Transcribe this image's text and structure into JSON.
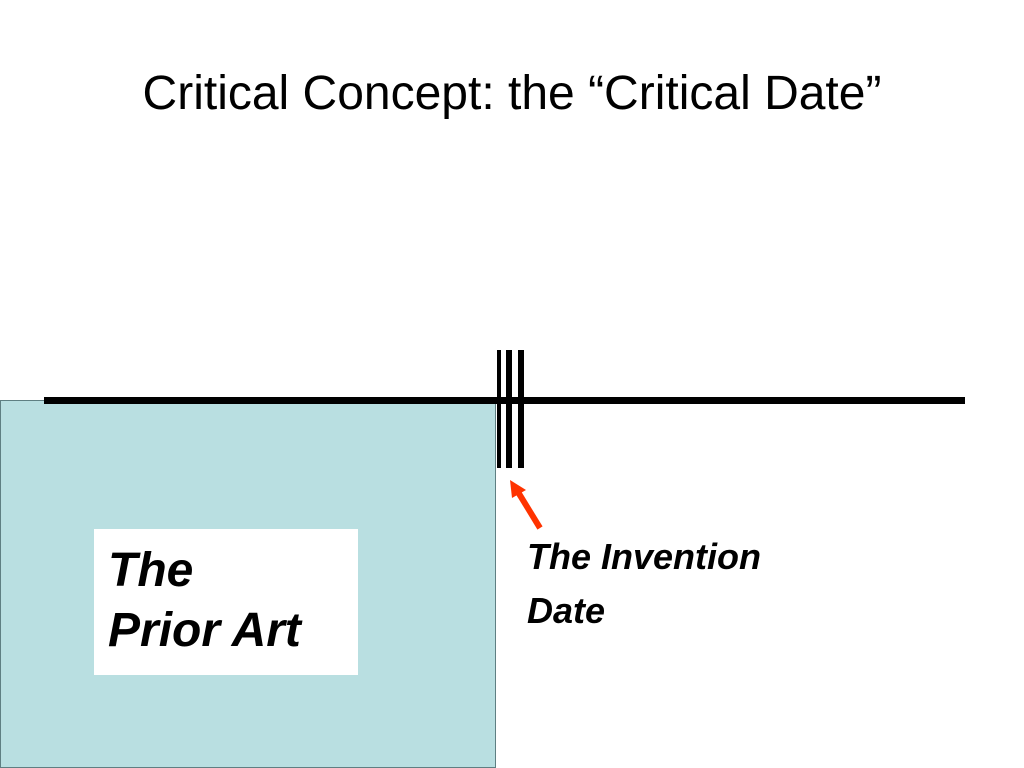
{
  "slide": {
    "title": "Critical Concept: the “Critical Date”",
    "prior_art": {
      "line1": "The",
      "line2": "Prior Art"
    },
    "invention": {
      "line1": "The Invention",
      "line2": "Date"
    }
  },
  "colors": {
    "prior_art_fill": "#b9dfe1",
    "arrow": "#ff3300",
    "timeline": "#000000"
  },
  "icons": {
    "arrow": "arrow-up-left-icon"
  }
}
